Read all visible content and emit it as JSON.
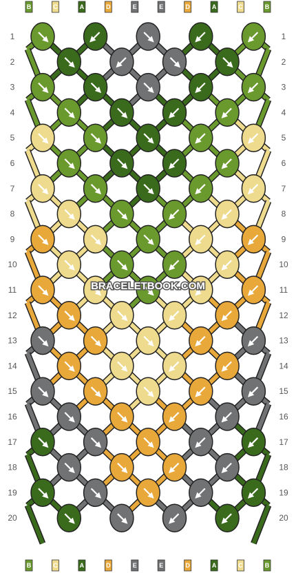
{
  "watermark": "BRACELETBOOK.COM",
  "strand_labels_top": [
    "B",
    "C",
    "A",
    "D",
    "E",
    "E",
    "D",
    "A",
    "C",
    "B"
  ],
  "strand_labels_bottom": [
    "B",
    "C",
    "A",
    "D",
    "E",
    "E",
    "D",
    "A",
    "C",
    "B"
  ],
  "row_numbers": [
    "1",
    "2",
    "3",
    "4",
    "5",
    "6",
    "7",
    "8",
    "9",
    "10",
    "11",
    "12",
    "13",
    "14",
    "15",
    "16",
    "17",
    "18",
    "19",
    "20"
  ],
  "colors": {
    "A": "#3a6b1c",
    "B": "#6a9a2e",
    "C": "#eedb8e",
    "D": "#e9a83a",
    "E": "#707273"
  },
  "knot_rows": [
    {
      "row": "1",
      "knots": [
        {
          "c": "B",
          "d": "r"
        },
        {
          "c": "A",
          "d": "l"
        },
        {
          "c": "E",
          "d": "r"
        },
        {
          "c": "A",
          "d": "l"
        },
        {
          "c": "B",
          "d": "l"
        }
      ]
    },
    {
      "row": "2",
      "knots": [
        {
          "c": "A",
          "d": "r"
        },
        {
          "c": "E",
          "d": "l"
        },
        {
          "c": "E",
          "d": "r"
        },
        {
          "c": "A",
          "d": "r"
        }
      ]
    },
    {
      "row": "3",
      "knots": [
        {
          "c": "B",
          "d": "r"
        },
        {
          "c": "A",
          "d": "r"
        },
        {
          "c": "E",
          "d": "r"
        },
        {
          "c": "A",
          "d": "l"
        },
        {
          "c": "B",
          "d": "l"
        }
      ]
    },
    {
      "row": "4",
      "knots": [
        {
          "c": "B",
          "d": "r"
        },
        {
          "c": "A",
          "d": "r"
        },
        {
          "c": "A",
          "d": "l"
        },
        {
          "c": "B",
          "d": "l"
        }
      ]
    },
    {
      "row": "5",
      "knots": [
        {
          "c": "C",
          "d": "rr"
        },
        {
          "c": "B",
          "d": "r"
        },
        {
          "c": "A",
          "d": "r"
        },
        {
          "c": "B",
          "d": "l"
        },
        {
          "c": "C",
          "d": "l"
        }
      ]
    },
    {
      "row": "6",
      "knots": [
        {
          "c": "B",
          "d": "r"
        },
        {
          "c": "A",
          "d": "r"
        },
        {
          "c": "A",
          "d": "l"
        },
        {
          "c": "B",
          "d": "l"
        }
      ]
    },
    {
      "row": "7",
      "knots": [
        {
          "c": "C",
          "d": "r"
        },
        {
          "c": "B",
          "d": "r"
        },
        {
          "c": "A",
          "d": "r"
        },
        {
          "c": "B",
          "d": "l"
        },
        {
          "c": "C",
          "d": "l"
        }
      ]
    },
    {
      "row": "8",
      "knots": [
        {
          "c": "C",
          "d": "r"
        },
        {
          "c": "B",
          "d": "r"
        },
        {
          "c": "B",
          "d": "l"
        },
        {
          "c": "C",
          "d": "l"
        }
      ]
    },
    {
      "row": "9",
      "knots": [
        {
          "c": "D",
          "d": "rr"
        },
        {
          "c": "C",
          "d": "r"
        },
        {
          "c": "B",
          "d": "r"
        },
        {
          "c": "C",
          "d": "l"
        },
        {
          "c": "D",
          "d": "l"
        }
      ]
    },
    {
      "row": "10",
      "knots": [
        {
          "c": "C",
          "d": "r"
        },
        {
          "c": "B",
          "d": "r"
        },
        {
          "c": "B",
          "d": "l"
        },
        {
          "c": "C",
          "d": "l"
        }
      ]
    },
    {
      "row": "11",
      "knots": [
        {
          "c": "D",
          "d": "r"
        },
        {
          "c": "C",
          "d": "r"
        },
        {
          "c": "B",
          "d": "r"
        },
        {
          "c": "C",
          "d": "l"
        },
        {
          "c": "D",
          "d": "l"
        }
      ]
    },
    {
      "row": "12",
      "knots": [
        {
          "c": "D",
          "d": "r"
        },
        {
          "c": "C",
          "d": "r"
        },
        {
          "c": "C",
          "d": "l"
        },
        {
          "c": "D",
          "d": "l"
        }
      ]
    },
    {
      "row": "13",
      "knots": [
        {
          "c": "E",
          "d": "rr"
        },
        {
          "c": "D",
          "d": "r"
        },
        {
          "c": "C",
          "d": "r"
        },
        {
          "c": "D",
          "d": "l"
        },
        {
          "c": "E",
          "d": "l"
        }
      ]
    },
    {
      "row": "14",
      "knots": [
        {
          "c": "D",
          "d": "r"
        },
        {
          "c": "C",
          "d": "r"
        },
        {
          "c": "C",
          "d": "l"
        },
        {
          "c": "D",
          "d": "l"
        }
      ]
    },
    {
      "row": "15",
      "knots": [
        {
          "c": "E",
          "d": "r"
        },
        {
          "c": "D",
          "d": "r"
        },
        {
          "c": "C",
          "d": "r"
        },
        {
          "c": "D",
          "d": "l"
        },
        {
          "c": "E",
          "d": "l"
        }
      ]
    },
    {
      "row": "16",
      "knots": [
        {
          "c": "E",
          "d": "r"
        },
        {
          "c": "D",
          "d": "r"
        },
        {
          "c": "D",
          "d": "l"
        },
        {
          "c": "E",
          "d": "l"
        }
      ]
    },
    {
      "row": "17",
      "knots": [
        {
          "c": "A",
          "d": "rr"
        },
        {
          "c": "E",
          "d": "r"
        },
        {
          "c": "D",
          "d": "r"
        },
        {
          "c": "E",
          "d": "l"
        },
        {
          "c": "A",
          "d": "l"
        }
      ]
    },
    {
      "row": "18",
      "knots": [
        {
          "c": "E",
          "d": "r"
        },
        {
          "c": "D",
          "d": "r"
        },
        {
          "c": "D",
          "d": "l"
        },
        {
          "c": "E",
          "d": "l"
        }
      ]
    },
    {
      "row": "19",
      "knots": [
        {
          "c": "A",
          "d": "r"
        },
        {
          "c": "E",
          "d": "r"
        },
        {
          "c": "D",
          "d": "r"
        },
        {
          "c": "E",
          "d": "l"
        },
        {
          "c": "A",
          "d": "l"
        }
      ]
    },
    {
      "row": "20",
      "knots": [
        {
          "c": "A",
          "d": "r"
        },
        {
          "c": "E",
          "d": "r"
        },
        {
          "c": "E",
          "d": "l"
        },
        {
          "c": "A",
          "d": "l"
        }
      ]
    }
  ]
}
